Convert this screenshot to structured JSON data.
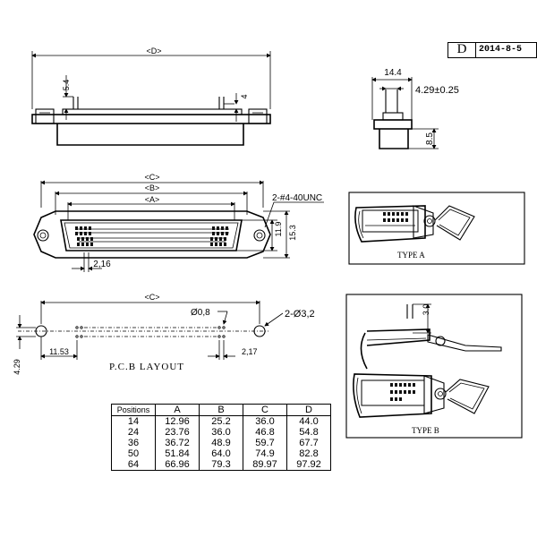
{
  "revision": {
    "letter": "D",
    "date": "2014-8-5"
  },
  "front_view": {
    "dim_overall": "<D>",
    "dim_pin_length": "5.4",
    "dim_pin_height": "4"
  },
  "side_view": {
    "dim_width": "14.4",
    "dim_pitch": "4.29±0.25",
    "dim_height": "8.5"
  },
  "top_view": {
    "dim_c": "<C>",
    "dim_b": "<B>",
    "dim_a": "<A>",
    "screw_note": "2-#4-40UNC",
    "dim_pin_pitch": "2,16",
    "dim_height_inner": "11.9",
    "dim_height_outer": "15.3"
  },
  "pcb_layout": {
    "title": "P.C.B LAYOUT",
    "dim_c": "<C>",
    "hole_small": "Ø0,8",
    "hole_large": "2-Ø3,2",
    "dim_offset": "11.53",
    "dim_pitch": "2,17",
    "dim_row": "4.29"
  },
  "type_a": {
    "label": "TYPE A"
  },
  "type_b": {
    "label": "TYPE B",
    "dim_height": "3.0"
  },
  "table": {
    "headers": [
      "Positions",
      "A",
      "B",
      "C",
      "D"
    ],
    "rows": [
      [
        "14",
        "12.96",
        "25.2",
        "36.0",
        "44.0"
      ],
      [
        "24",
        "23.76",
        "36.0",
        "46.8",
        "54.8"
      ],
      [
        "36",
        "36.72",
        "48.9",
        "59.7",
        "67.7"
      ],
      [
        "50",
        "51.84",
        "64.0",
        "74.9",
        "82.8"
      ],
      [
        "64",
        "66.96",
        "79.3",
        "89.97",
        "97.92"
      ]
    ]
  }
}
